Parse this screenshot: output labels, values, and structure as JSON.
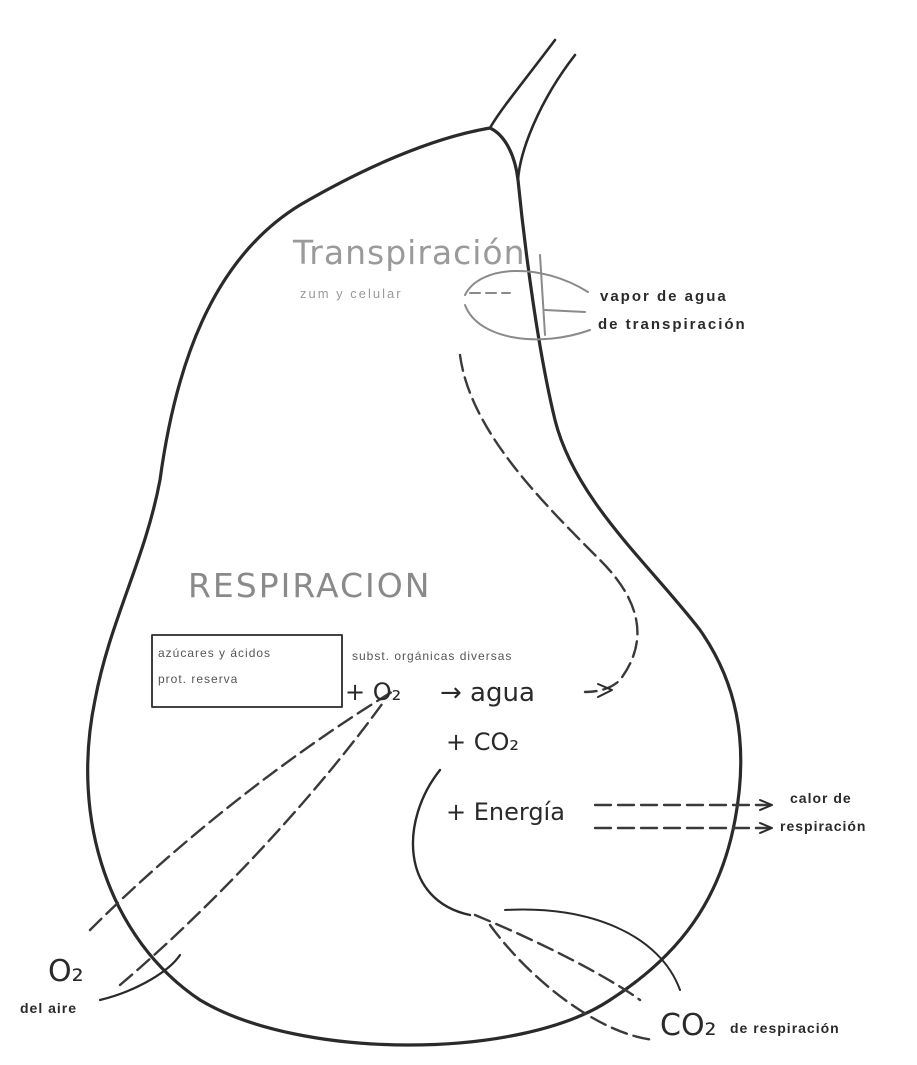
{
  "labels": {
    "transpiration_title": "Transpiración",
    "transpiration_source": "zum y celular",
    "water_vapor": "vapor de agua",
    "water_vapor_2": "de transpiración",
    "respiration_title": "RESPIRACION",
    "box_line_1": "azúcares y ácidos",
    "box_line_2": "prot. reserva",
    "organic_subst": "subst. orgánicas diversas",
    "o2_in": "+ O₂",
    "water": "→ agua",
    "co2_out": "+ CO₂",
    "energy": "+ Energía",
    "heat_1": "calor de",
    "heat_2": "respiración",
    "o2_label": "O₂",
    "air_label": "del aire",
    "co2_label": "CO₂",
    "co2_resp": "de respiración"
  }
}
